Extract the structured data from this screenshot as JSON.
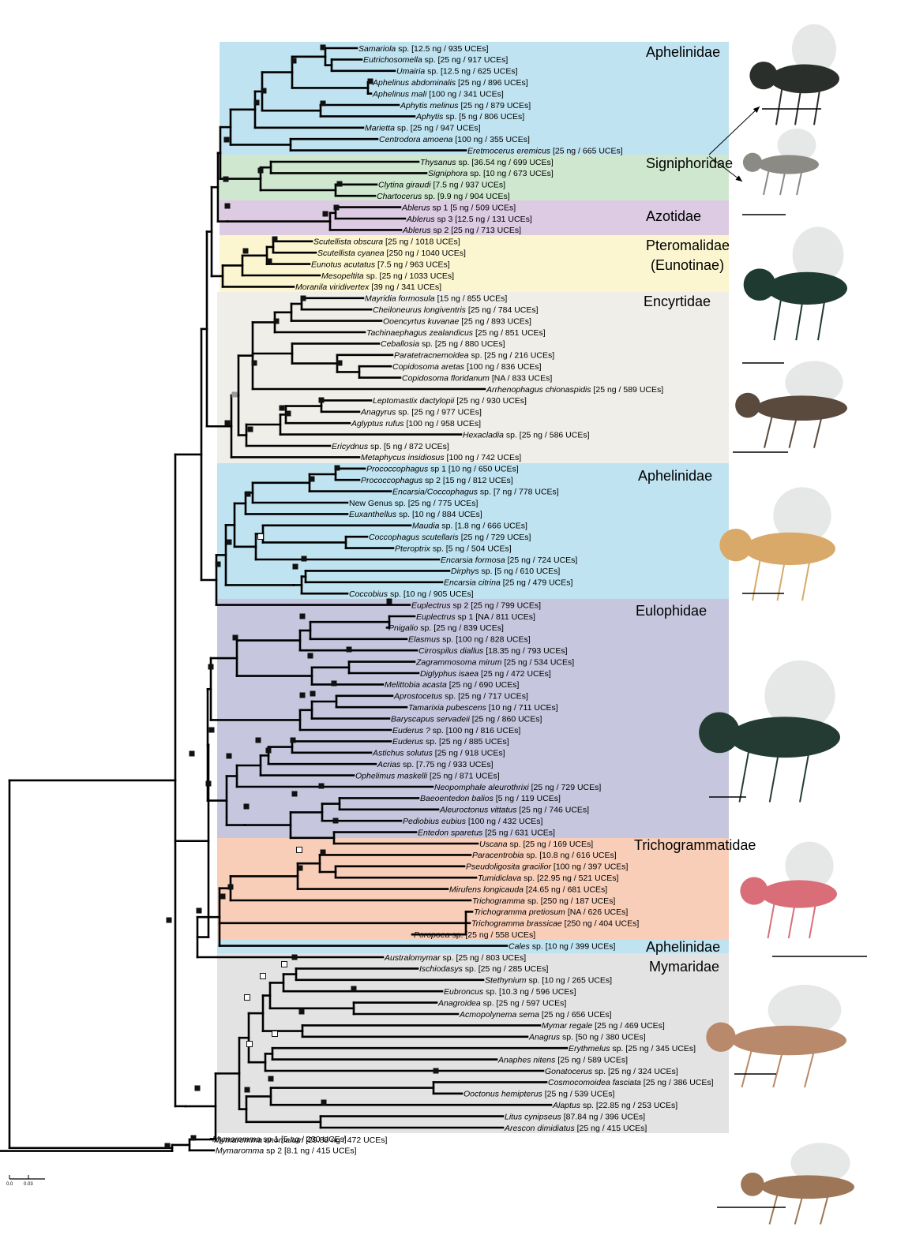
{
  "families": [
    {
      "label": "Aphelinidae",
      "color": "#bfe3f0"
    },
    {
      "label": "Signiphoridae",
      "color": "#cfe7cf"
    },
    {
      "label": "Azotidae",
      "color": "#dccbe3"
    },
    {
      "label": "Pteromalidae",
      "label2": "(Eunotinae)",
      "color": "#fbf6cf"
    },
    {
      "label": "Encyrtidae",
      "color": "#f0eee8"
    },
    {
      "label": "Aphelinidae",
      "color": "#bfe3f0"
    },
    {
      "label": "Eulophidae",
      "color": "#c6c7de"
    },
    {
      "label": "Trichogrammatidae",
      "color": "#f8ceb8"
    },
    {
      "label": "Aphelinidae",
      "color": "#bfe3f0"
    },
    {
      "label": "Mymaridae",
      "color": "#e3e3e3"
    }
  ],
  "taxa": [
    {
      "sp": "Samariola",
      "rest": " sp. [12.5 ng / 935 UCEs]"
    },
    {
      "sp": "Eutrichosomella",
      "rest": " sp. [25 ng / 917 UCEs]"
    },
    {
      "sp": "Umairia",
      "rest": " sp. [12.5 ng / 625 UCEs]"
    },
    {
      "sp": "Aphelinus abdominalis",
      "rest": " [25 ng / 896 UCEs]"
    },
    {
      "sp": "Aphelinus mali",
      "rest": " [100 ng / 341 UCEs]"
    },
    {
      "sp": "Aphytis melinus",
      "rest": " [25 ng / 879 UCEs]"
    },
    {
      "sp": "Aphytis",
      "rest": " sp. [5 ng / 806 UCEs]"
    },
    {
      "sp": "Marietta",
      "rest": " sp. [25 ng / 947 UCEs]"
    },
    {
      "sp": "Centrodora amoena",
      "rest": " [100 ng / 355 UCEs]"
    },
    {
      "sp": "Eretmocerus eremicus",
      "rest": " [25 ng / 665 UCEs]"
    },
    {
      "sp": "Thysanus",
      "rest": " sp. [36.54 ng / 699 UCEs]"
    },
    {
      "sp": "Signiphora",
      "rest": " sp. [10 ng / 673 UCEs]"
    },
    {
      "sp": "Clytina giraudi",
      "rest": " [7.5 ng / 937 UCEs]"
    },
    {
      "sp": "Chartocerus",
      "rest": " sp. [9.9 ng / 904 UCEs]"
    },
    {
      "sp": "Ablerus",
      "rest": " sp 1 [5 ng / 509 UCEs]"
    },
    {
      "sp": "Ablerus",
      "rest": " sp 3 [12.5 ng / 131 UCEs]"
    },
    {
      "sp": "Ablerus",
      "rest": " sp 2 [25 ng / 713 UCEs]"
    },
    {
      "sp": "Scutellista obscura",
      "rest": " [25 ng / 1018 UCEs]"
    },
    {
      "sp": "Scutellista cyanea",
      "rest": " [250 ng / 1040 UCEs]"
    },
    {
      "sp": "Eunotus acutatus",
      "rest": " [7.5 ng / 963 UCEs]"
    },
    {
      "sp": "Mesopeltita",
      "rest": " sp. [25 ng / 1033 UCEs]"
    },
    {
      "sp": "Moranila viridivertex",
      "rest": " [39 ng / 341 UCEs]"
    },
    {
      "sp": "Mayridia  formosula",
      "rest": " [15 ng / 855 UCEs]"
    },
    {
      "sp": "Cheiloneurus longiventris",
      "rest": " [25 ng / 784 UCEs]"
    },
    {
      "sp": "Ooencyrtus kuvanae",
      "rest": " [25 ng / 893 UCEs]"
    },
    {
      "sp": "Tachinaephagus zealandicus",
      "rest": " [25 ng / 851 UCEs]"
    },
    {
      "sp": "Ceballosia",
      "rest": " sp. [25 ng / 880 UCEs]"
    },
    {
      "sp": "Paratetracnemoidea",
      "rest": " sp. [25 ng / 216 UCEs]"
    },
    {
      "sp": "Copidosoma aretas",
      "rest": " [100 ng / 836 UCEs]"
    },
    {
      "sp": "Copidosoma floridanum",
      "rest": " [NA / 833 UCEs]"
    },
    {
      "sp": "Arrhenophagus chionaspidis",
      "rest": " [25 ng / 589 UCEs]"
    },
    {
      "sp": "Leptomastix dactylopii",
      "rest": " [25 ng / 930 UCEs]"
    },
    {
      "sp": "Anagyrus",
      "rest": " sp. [25 ng / 977 UCEs]"
    },
    {
      "sp": "Aglyptus rufus",
      "rest": " [100 ng / 958 UCEs]"
    },
    {
      "sp": "Hexacladia",
      "rest": " sp. [25 ng / 586 UCEs]"
    },
    {
      "sp": "Ericydnus",
      "rest": " sp. [5 ng / 872 UCEs]"
    },
    {
      "sp": "Metaphycus insidiosus",
      "rest": " [100 ng / 742 UCEs]"
    },
    {
      "sp": "Prococcophagus",
      "rest": " sp 1 [10 ng / 650 UCEs]"
    },
    {
      "sp": "Prococcophagus",
      "rest": " sp 2 [15 ng / 812 UCEs]"
    },
    {
      "sp": "Encarsia/Coccophagus",
      "rest": " sp. [7 ng / 778 UCEs]"
    },
    {
      "sp": "",
      "rest": "New Genus sp. [25 ng / 775 UCEs]"
    },
    {
      "sp": "Euxanthellus",
      "rest": " sp. [10 ng / 884 UCEs]"
    },
    {
      "sp": "Maudia",
      "rest": " sp. [1.8 ng / 666 UCEs]"
    },
    {
      "sp": "Coccophagus scutellaris",
      "rest": " [25 ng / 729 UCEs]"
    },
    {
      "sp": "Pteroptrix",
      "rest": " sp. [5 ng / 504 UCEs]"
    },
    {
      "sp": "Encarsia formosa",
      "rest": " [25 ng / 724 UCEs]"
    },
    {
      "sp": "Dirphys",
      "rest": " sp. [5 ng / 610 UCEs]"
    },
    {
      "sp": "Encarsia citrina",
      "rest": " [25 ng / 479 UCEs]"
    },
    {
      "sp": "Coccobius",
      "rest": " sp. [10 ng / 905 UCEs]"
    },
    {
      "sp": "Euplectrus",
      "rest": " sp 2 [25 ng / 799 UCEs]"
    },
    {
      "sp": "Euplectrus",
      "rest": " sp 1 [NA / 811 UCEs]"
    },
    {
      "sp": "Pnigalio",
      "rest": " sp. [25 ng / 839 UCEs]"
    },
    {
      "sp": "Elasmus",
      "rest": " sp. [100 ng / 828 UCEs]"
    },
    {
      "sp": "Cirrospilus diallus",
      "rest": " [18.35 ng / 793 UCEs]"
    },
    {
      "sp": "Zagrammosoma mirum",
      "rest": " [25 ng / 534 UCEs]"
    },
    {
      "sp": "Diglyphus isaea",
      "rest": " [25 ng / 472 UCEs]"
    },
    {
      "sp": "Melittobia acasta",
      "rest": " [25 ng / 690 UCEs]"
    },
    {
      "sp": "Aprostocetus",
      "rest": " sp. [25 ng / 717 UCEs]"
    },
    {
      "sp": "Tamarixia pubescens",
      "rest": " [10 ng / 711 UCEs]"
    },
    {
      "sp": "Baryscapus servadeii",
      "rest": " [25 ng / 860 UCEs]"
    },
    {
      "sp": "Euderus ?",
      "rest": " sp. [100 ng / 816 UCEs]"
    },
    {
      "sp": "Euderus",
      "rest": " sp. [25 ng / 885 UCEs]"
    },
    {
      "sp": "Astichus solutus",
      "rest": " [25 ng / 918 UCEs]"
    },
    {
      "sp": "Acrias",
      "rest": " sp. [7.75 ng / 933 UCEs]"
    },
    {
      "sp": "Ophelimus maskelli",
      "rest": " [25 ng / 871 UCEs]"
    },
    {
      "sp": "Neopomphale aleurothrixi",
      "rest": " [25 ng / 729 UCEs]"
    },
    {
      "sp": "Baeoentedon balios",
      "rest": " [5 ng / 119 UCEs]"
    },
    {
      "sp": "Aleuroctonus vittatus",
      "rest": " [25 ng / 746 UCEs]"
    },
    {
      "sp": "Pediobius eubius",
      "rest": " [100 ng / 432 UCEs]"
    },
    {
      "sp": "Entedon sparetus",
      "rest": " [25 ng / 631 UCEs]"
    },
    {
      "sp": "Uscana",
      "rest": " sp. [25 ng / 169 UCEs]"
    },
    {
      "sp": "Paracentrobia",
      "rest": " sp. [10.8 ng / 616 UCEs]"
    },
    {
      "sp": "Pseudoligosita gracilior",
      "rest": " [100 ng / 397 UCEs]"
    },
    {
      "sp": "Tumidiclava",
      "rest": " sp. [22.95 ng / 521 UCEs]"
    },
    {
      "sp": "Mirufens longicauda",
      "rest": " [24.65 ng / 681 UCEs]"
    },
    {
      "sp": "Trichogramma",
      "rest": " sp. [250 ng / 187 UCEs]"
    },
    {
      "sp": "Trichogramma pretiosum",
      "rest": " [NA / 626 UCEs]"
    },
    {
      "sp": "Trichogramma brassicae",
      "rest": " [250 ng / 404 UCEs]"
    },
    {
      "sp": "Poropoea",
      "rest": " sp. [25 ng / 558 UCEs]"
    },
    {
      "sp": "Cales",
      "rest": " sp. [10 ng / 399 UCEs]"
    },
    {
      "sp": "Australomymar",
      "rest": " sp. [25 ng / 803 UCEs]"
    },
    {
      "sp": "Ischiodasys",
      "rest": " sp. [25 ng / 285 UCEs]"
    },
    {
      "sp": "Stethynium",
      "rest": " sp. [10 ng / 265 UCEs]"
    },
    {
      "sp": "Eubroncus",
      "rest": " sp. [10.3 ng / 596 UCEs]"
    },
    {
      "sp": "Anagroidea",
      "rest": " sp. [25 ng / 597 UCEs]"
    },
    {
      "sp": "Acmopolynema  sema",
      "rest": " [25 ng / 656 UCEs]"
    },
    {
      "sp": "Mymar regale",
      "rest": " [25 ng / 469 UCEs]"
    },
    {
      "sp": "Anagrus",
      "rest": " sp. [50 ng / 380 UCEs]"
    },
    {
      "sp": "Erythmelus",
      "rest": " sp. [25 ng / 345 UCEs]"
    },
    {
      "sp": "Anaphes nitens",
      "rest": " [25 ng / 589 UCEs]"
    },
    {
      "sp": "Gonatocerus",
      "rest": " sp. [25 ng / 324 UCEs]"
    },
    {
      "sp": "Cosmocomoidea fasciata",
      "rest": " [25 ng / 386 UCEs]"
    },
    {
      "sp": "Ooctonus hemipterus",
      "rest": " [25 ng / 539 UCEs]"
    },
    {
      "sp": "Alaptus",
      "rest": " sp. [22.85 ng / 253 UCEs]"
    },
    {
      "sp": "Litus cynipseus",
      "rest": " [87.84 ng / 396 UCEs]"
    },
    {
      "sp": "Arescon dimidiatus",
      "rest": " [25 ng / 415 UCEs]"
    },
    {
      "sp": "Mymaromma",
      "rest": " sp 1 [5 ng / 230 UCEs]"
    },
    {
      "sp": "Mymaromma",
      "rest": " sp 2 [8.1 ng / 415 UCEs]"
    },
    {
      "sp": "Mymaromma anomalum",
      "rest": " [29.88 ng / 472 UCEs]"
    }
  ],
  "scale": {
    "left": "0.0",
    "right": "0.03"
  }
}
